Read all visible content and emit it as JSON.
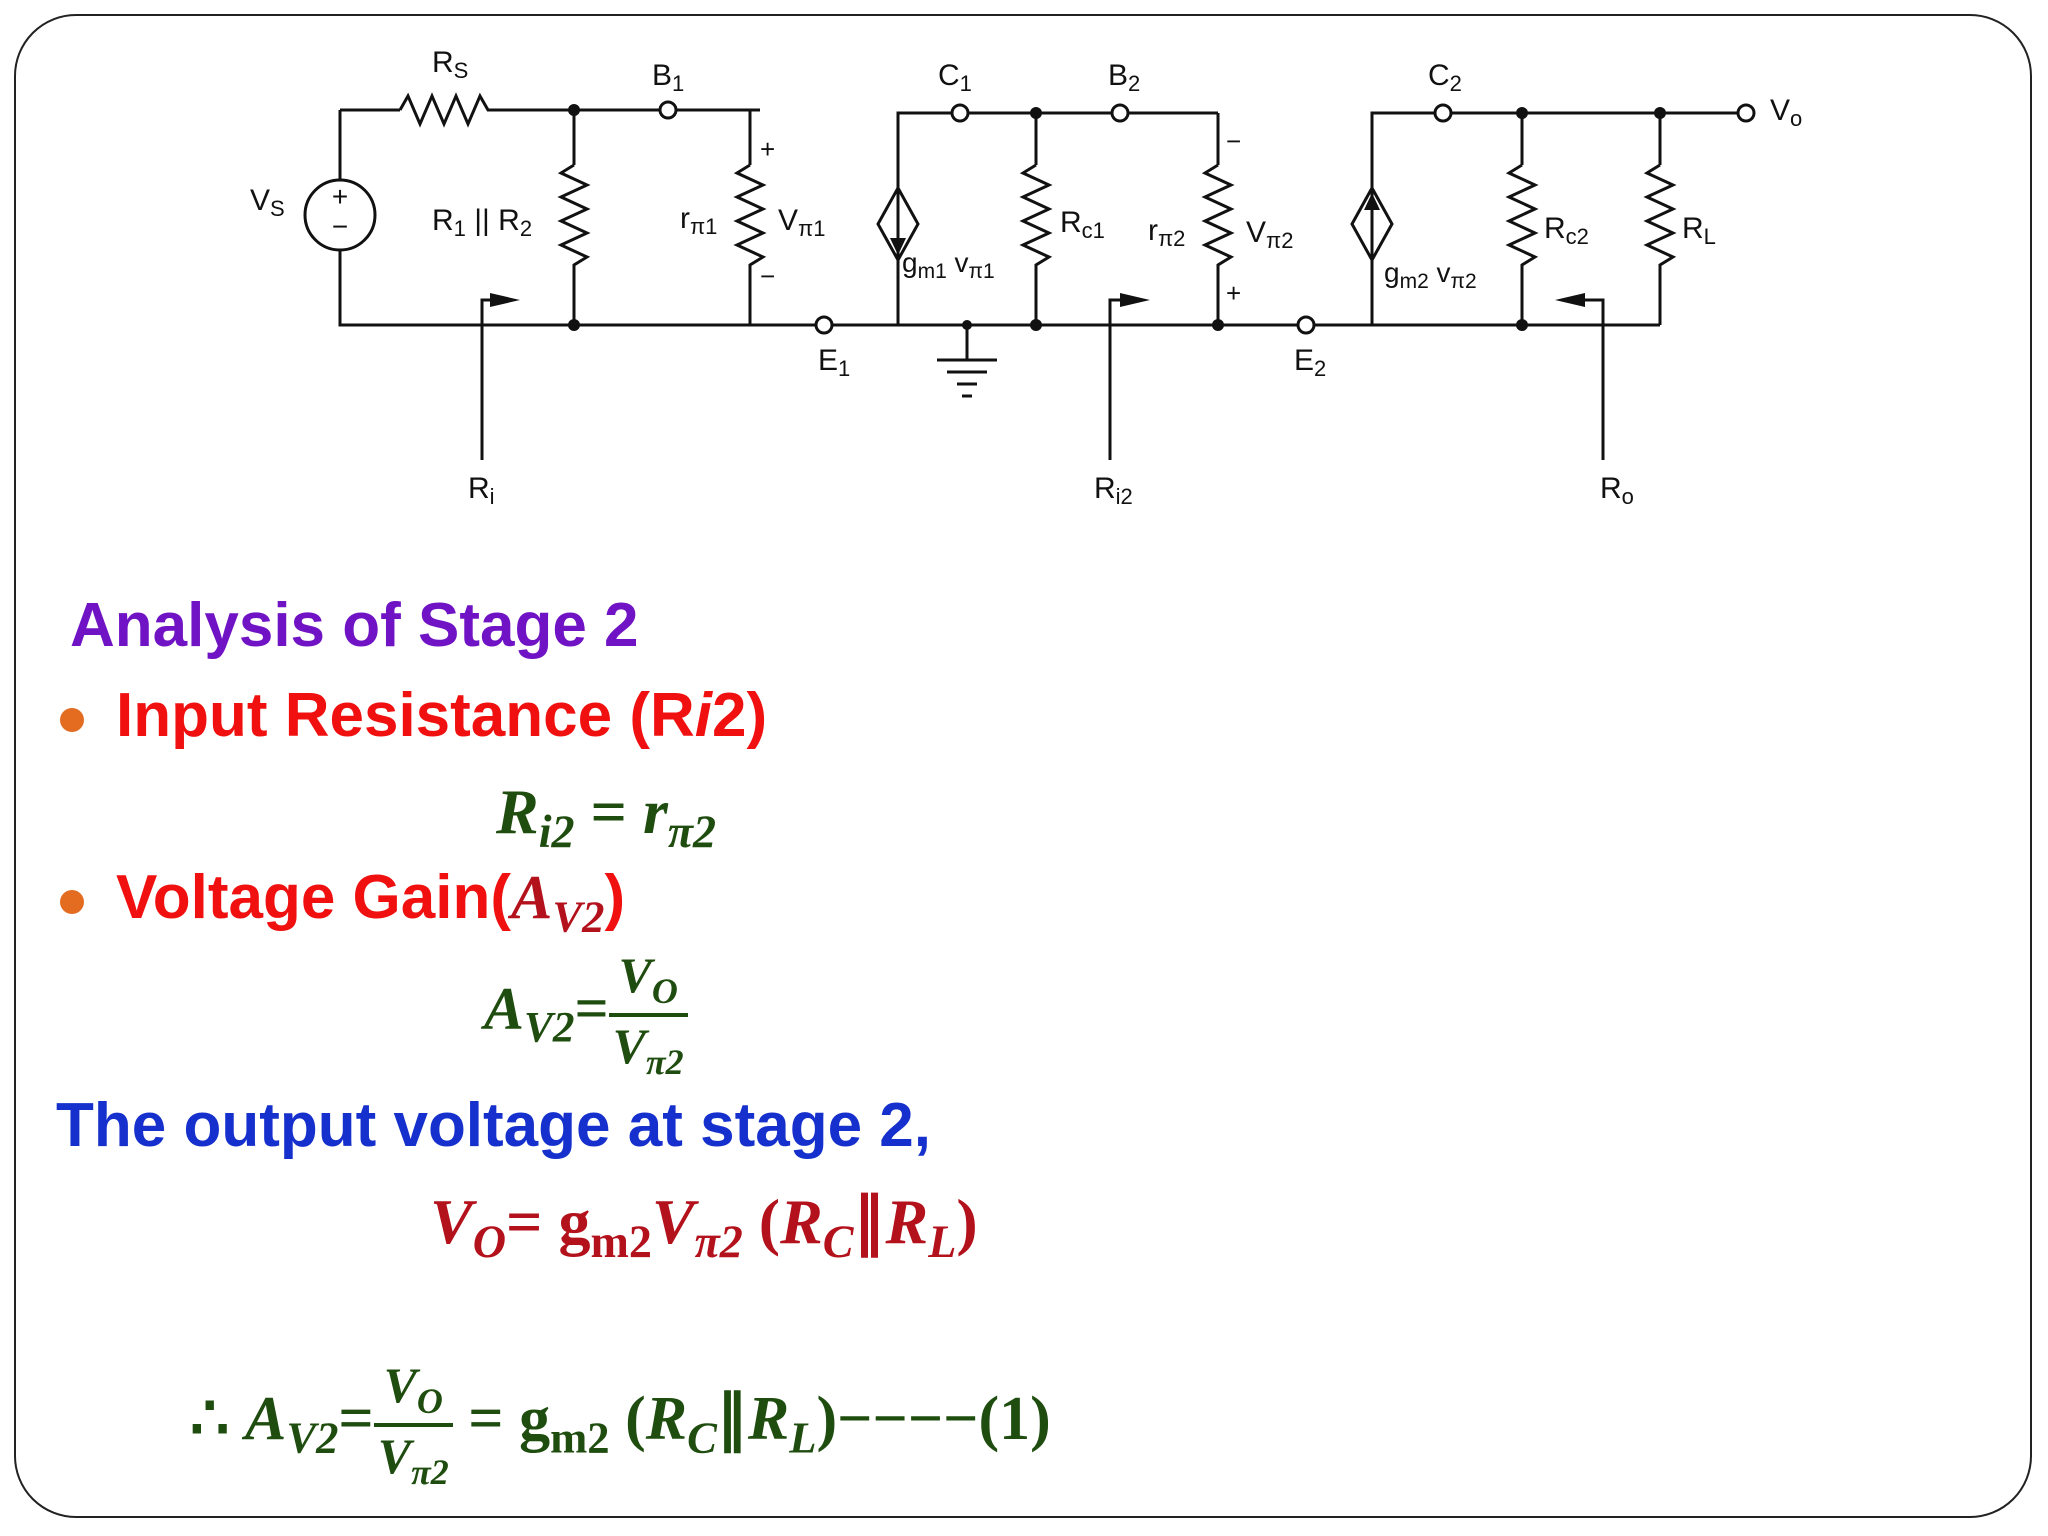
{
  "circuit": {
    "labels": {
      "rs": "R",
      "rs_sub": "S",
      "b1": "B",
      "b1_sub": "1",
      "c1": "C",
      "c1_sub": "1",
      "b2": "B",
      "b2_sub": "2",
      "c2": "C",
      "c2_sub": "2",
      "vo": "V",
      "vo_sub": "o",
      "vs": "V",
      "vs_sub": "S",
      "r12": "R",
      "r12_a": "1",
      "r12_mid": " || R",
      "r12_b": "2",
      "rpi1": "r",
      "rpi1_sub": "π1",
      "vpi1": "V",
      "vpi1_sub": "π1",
      "gm1": "g",
      "gm1_sub": "m1",
      "gm1_v": " v",
      "gm1_vsub": "π1",
      "rc1": "R",
      "rc1_sub": "c1",
      "rpi2": "r",
      "rpi2_sub": "π2",
      "vpi2": "V",
      "vpi2_sub": "π2",
      "gm2": "g",
      "gm2_sub": "m2",
      "gm2_v": " v",
      "gm2_vsub": "π2",
      "rc2": "R",
      "rc2_sub": "c2",
      "rl": "R",
      "rl_sub": "L",
      "e1": "E",
      "e1_sub": "1",
      "e2": "E",
      "e2_sub": "2",
      "ri": "R",
      "ri_sub": "i",
      "ri2": "R",
      "ri2_sub": "i2",
      "ro": "R",
      "ro_sub": "o",
      "plus": "+",
      "minus": "−"
    }
  },
  "text": {
    "analysis_heading": "Analysis of Stage 2",
    "input_res_heading": "Input Resistance (R",
    "input_res_i": "i",
    "input_res_tail": "2)",
    "voltage_gain_heading": "Voltage Gain(",
    "voltage_gain_tail": ")",
    "output_voltage_heading": "The output voltage at stage 2,"
  },
  "equations": {
    "ri2_lhs": "R",
    "ri2_lhs_sub": "i2",
    "ri2_eq": " = ",
    "ri2_rhs": "r",
    "ri2_rhs_sub": "π2",
    "av2": "A",
    "av2_sub": "V2",
    "eq_sign": "=",
    "vo": "V",
    "vo_sub": "O",
    "vpi2": "V",
    "vpi2_sub": "π2",
    "vo_eq_sign": "= ",
    "gm2": "g",
    "gm2_sub": "m2",
    "rc_open": " (",
    "rc": "R",
    "rc_sub": "C",
    "par": "∥",
    "rl": "R",
    "rl_sub": "L",
    "rc_close": ")",
    "therefore": "∴ ",
    "eq_equals": " = ",
    "dashes": "−−−−",
    "eq_number": "(1)"
  },
  "colors": {
    "purple": "#7013c4",
    "red": "#f01010",
    "blue": "#1530cc",
    "green": "#1f4d0f",
    "darkred": "#b3111b",
    "bullet": "#e36c21"
  }
}
